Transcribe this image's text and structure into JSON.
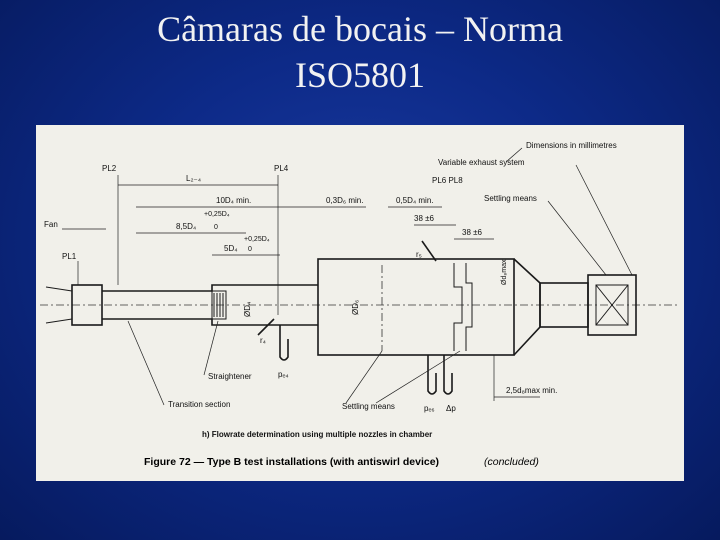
{
  "slide": {
    "title_line1": "Câmaras de bocais – Norma",
    "title_line2": "ISO5801"
  },
  "figure": {
    "labels": {
      "dimensions_note": "Dimensions in millimetres",
      "variable_exhaust": "Variable exhaust system",
      "settling_means_top": "Settling means",
      "pl2": "PL2",
      "pl4": "PL4",
      "l24": "L₂₋₄",
      "pl6_pl8": "PL6 PL8",
      "fan": "Fan",
      "pl1": "PL1",
      "dim_10d4": "10D₄ min.",
      "dim_025d4_a": "+0,25D₄",
      "dim_85d4": "8,5D₄",
      "dim_zero_a": "0",
      "dim_5d4": "5D₄",
      "dim_025d4_b": "+0,25D₄",
      "dim_zero_b": "0",
      "dim_03d6": "0,3D₆ min.",
      "dim_05d4": "0,5D₄ min.",
      "dim_38_a": "38 ±6",
      "dim_38_b": "38 ±6",
      "r5": "r₅",
      "d4": "ØD₄",
      "d6": "ØD₆",
      "d8max": "Ød₈max",
      "r4": "r₄",
      "pe4": "pₑ₄",
      "pe6": "pₑ₆",
      "delta_p": "Δp",
      "dim_25d8": "2,5d₈max min.",
      "straightener": "Straightener",
      "transition": "Transition section",
      "settling_means_bottom": "Settling means"
    },
    "subcaption": "h) Flowrate determination using multiple nozzles in chamber",
    "caption_bold": "Figure 72 — Type B test installations (with antiswirl device)",
    "caption_italic": "(concluded)"
  }
}
